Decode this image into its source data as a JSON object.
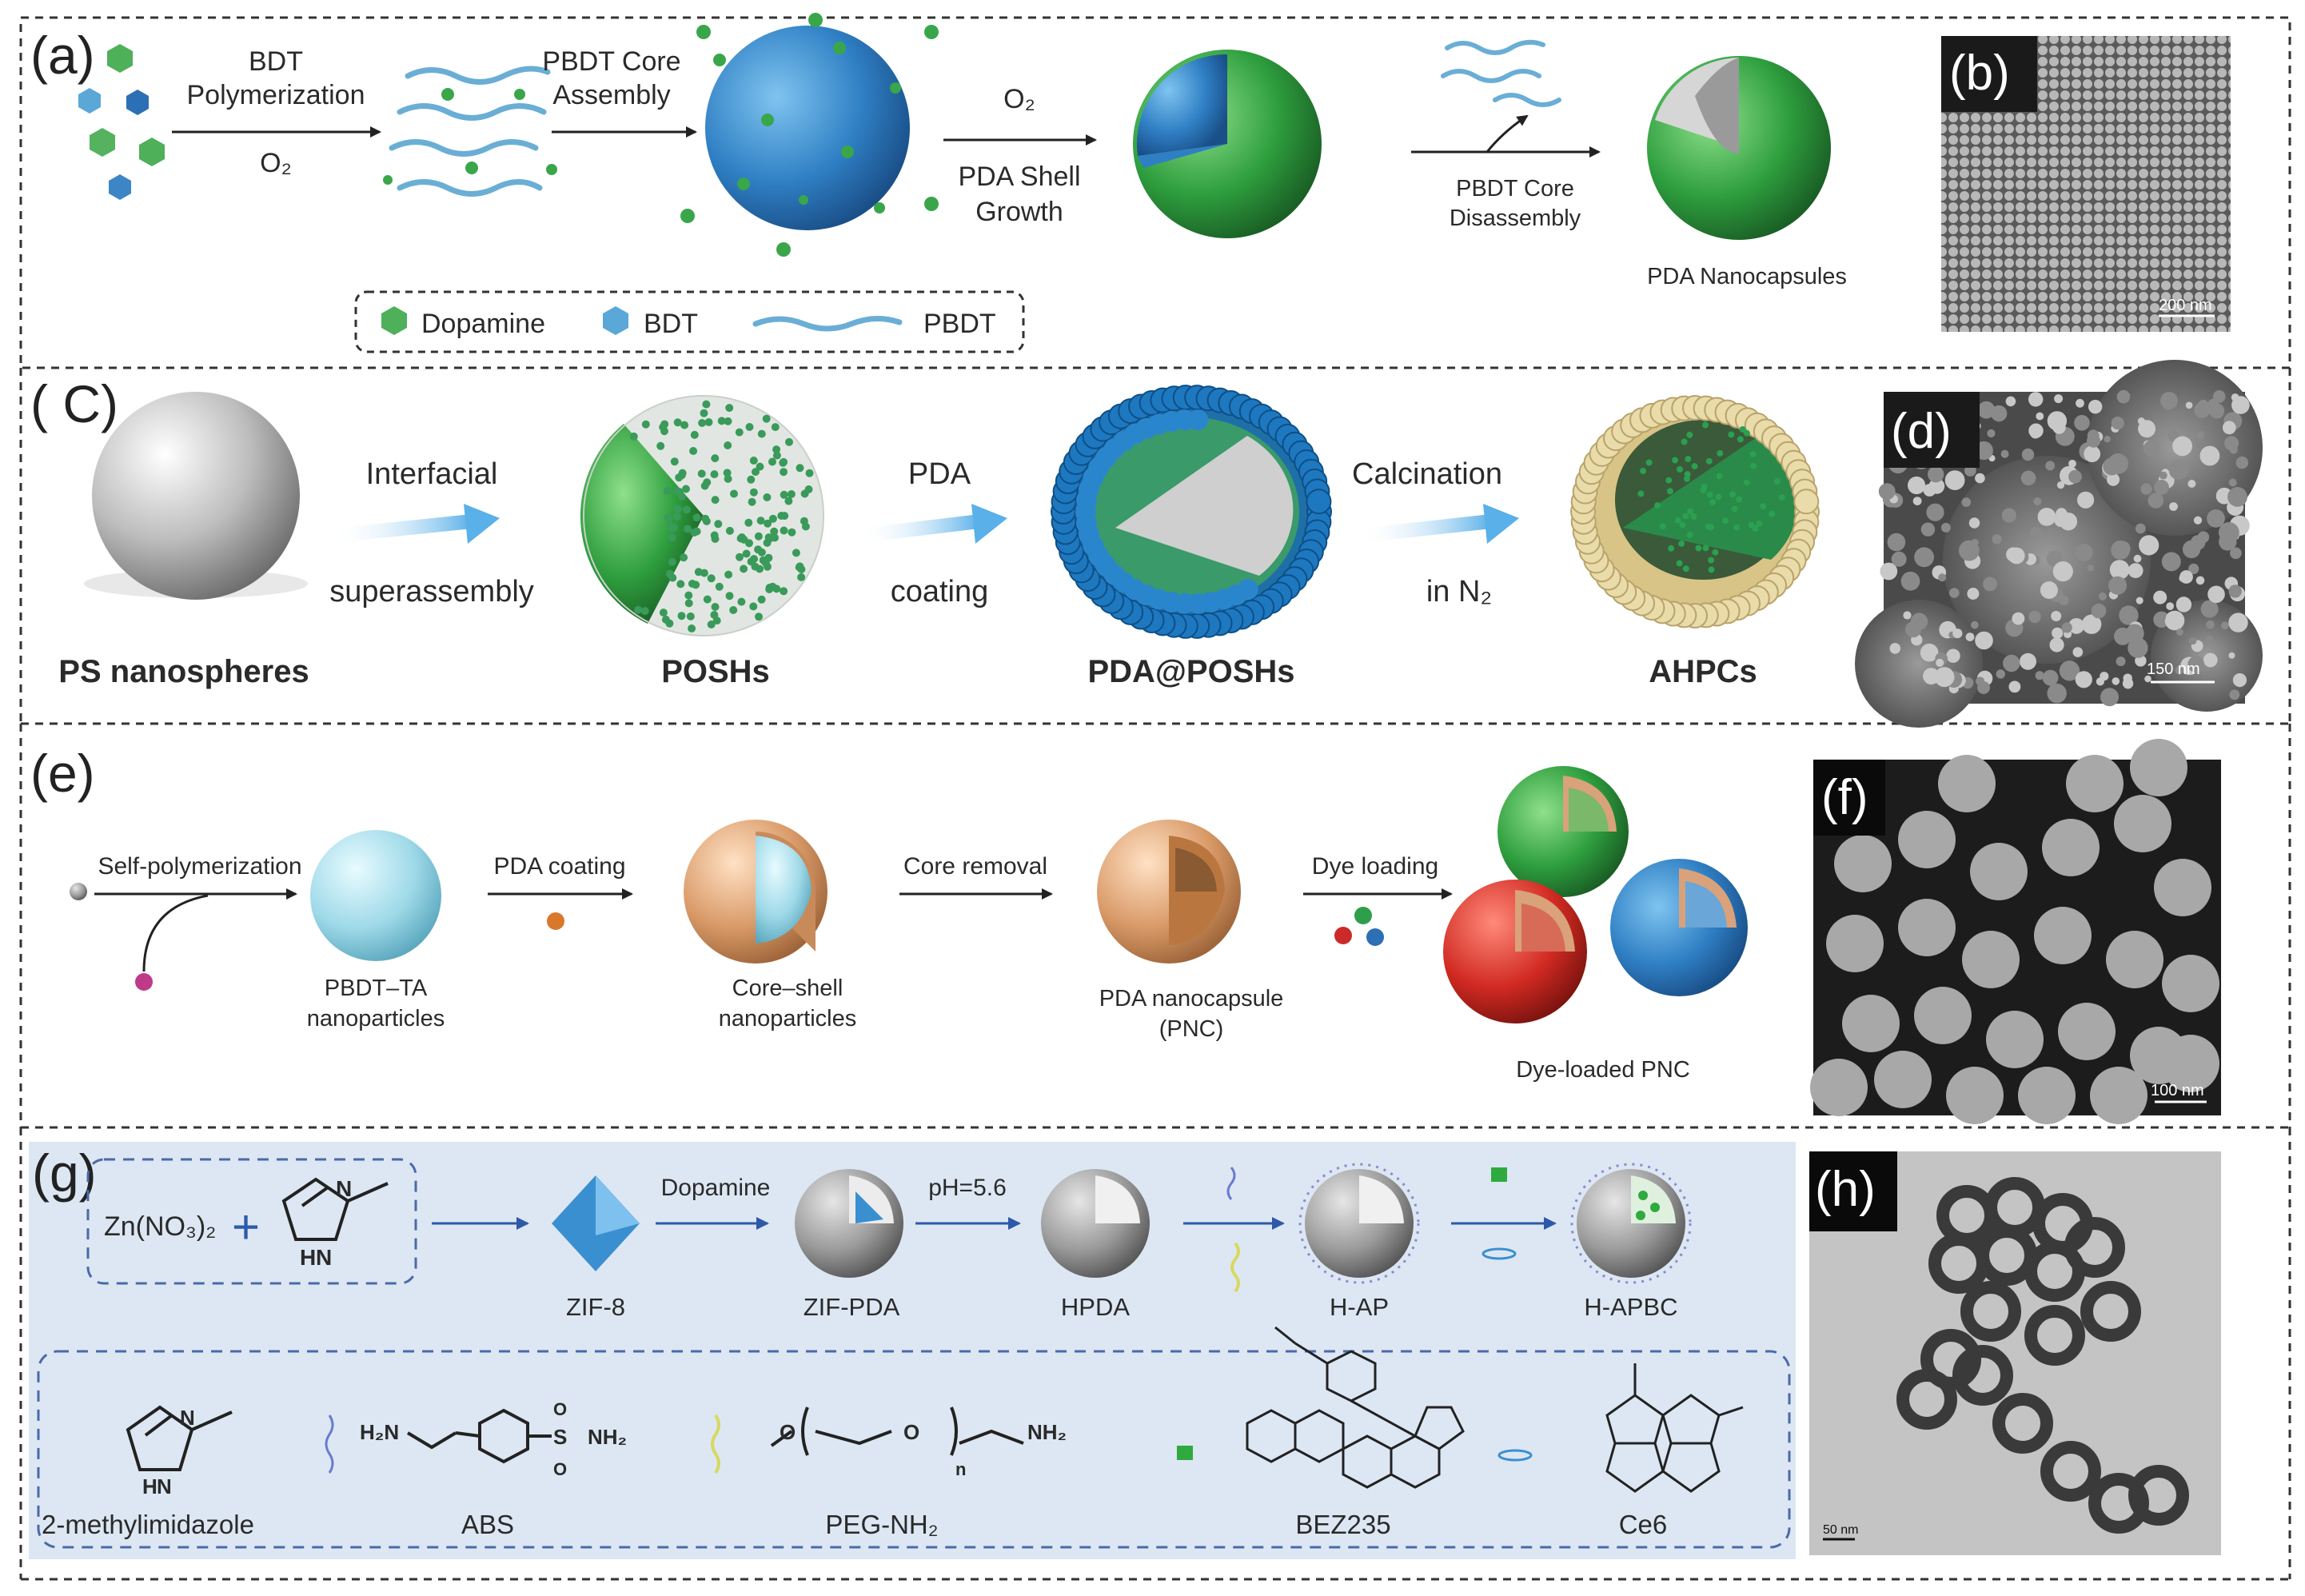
{
  "panels": {
    "a": {
      "label": "(a)",
      "step1_top": "BDT",
      "step1_mid": "Polymerization",
      "step1_bottom": "O₂",
      "step2_top": "PBDT Core",
      "step2_bottom": "Assembly",
      "step3_top": "O₂",
      "step3_mid": "PDA Shell",
      "step3_bottom": "Growth",
      "step4_top": "PBDT Core",
      "step4_bottom": "Disassembly",
      "product": "PDA Nanocapsules",
      "legend": {
        "dopamine": "Dopamine",
        "bdt": "BDT",
        "pbdt": "PBDT"
      }
    },
    "b": {
      "label": "(b)",
      "scale": "200 nm"
    },
    "c": {
      "label": "(  C)",
      "step1_top": "Interfacial",
      "step1_bottom": "superassembly",
      "step2_top": "PDA",
      "step2_bottom": "coating",
      "step3_top": "Calcination",
      "step3_bottom": "in N₂",
      "names": [
        "PS nanospheres",
        "POSHs",
        "PDA@POSHs",
        "AHPCs"
      ]
    },
    "d": {
      "label": "(d)",
      "scale": "150 nm"
    },
    "e": {
      "label": "(e)",
      "step1": "Self-polymerization",
      "step2": "PDA coating",
      "step3": "Core removal",
      "step4": "Dye loading",
      "names": [
        "PBDT–TA",
        "nanoparticles",
        "Core–shell",
        "nanoparticles",
        "PDA nanocapsule",
        "(PNC)",
        "Dye-loaded PNC"
      ]
    },
    "f": {
      "label": "(f)",
      "scale": "100 nm"
    },
    "g": {
      "label": "(g)",
      "reagent": "Zn(NO₃)₂",
      "plus": "+",
      "arrow2": "Dopamine",
      "arrow3": "pH=5.6",
      "names": [
        "ZIF-8",
        "ZIF-PDA",
        "HPDA",
        "H-AP",
        "H-APBC"
      ],
      "molecules": [
        "2-methylimidazole",
        "ABS",
        "PEG-NH₂",
        "BEZ235",
        "Ce6"
      ],
      "chem": {
        "h2n": "H₂N",
        "nh2": "NH₂",
        "n": "N",
        "h": "H",
        "o": "O",
        "s": "S",
        "sub_n": "n"
      }
    },
    "h": {
      "label": "(h)",
      "scale": "50 nm"
    }
  },
  "colors": {
    "green": "#2e9e4a",
    "blue": "#3a8fd0",
    "tan": "#d9a27a",
    "red": "#cc2a2a",
    "panel_g_bg": "#dde7f3"
  }
}
